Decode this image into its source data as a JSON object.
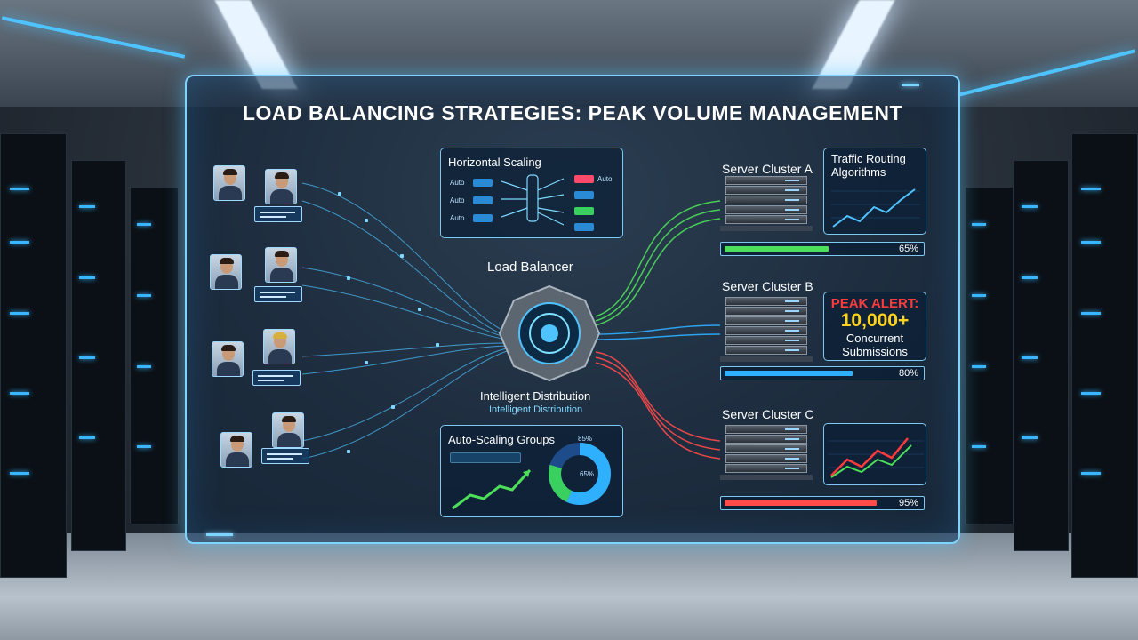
{
  "title": "LOAD BALANCING STRATEGIES: PEAK VOLUME MANAGEMENT",
  "horizontal_scaling": {
    "title": "Horizontal Scaling",
    "left_labels": [
      "Auto",
      "Auto",
      "Auto"
    ],
    "right_labels": [
      "Auto"
    ]
  },
  "load_balancer": {
    "title": "Load Balancer",
    "caption": "Intelligent Distribution",
    "subcaption": "Intelligent Distribution"
  },
  "auto_scaling": {
    "title": "Auto-Scaling Groups",
    "donut_labels": [
      "85%",
      "65%"
    ]
  },
  "clusters": [
    {
      "name": "Server Cluster A",
      "load": 65,
      "load_label": "65%",
      "color": "#4dde5a"
    },
    {
      "name": "Server Cluster B",
      "load": 80,
      "load_label": "80%",
      "color": "#2fb0ff"
    },
    {
      "name": "Server Cluster C",
      "load": 95,
      "load_label": "95%",
      "color": "#ff4a4a"
    }
  ],
  "traffic_routing": {
    "title_line1": "Traffic Routing",
    "title_line2": "Algorithms"
  },
  "peak_alert": {
    "line1": "PEAK ALERT:",
    "line2": "10,000+",
    "line3": "Concurrent",
    "line4": "Submissions"
  },
  "colors": {
    "accent": "#7fd4ff",
    "alert": "#ff3b3b",
    "highlight": "#ffd21a"
  }
}
